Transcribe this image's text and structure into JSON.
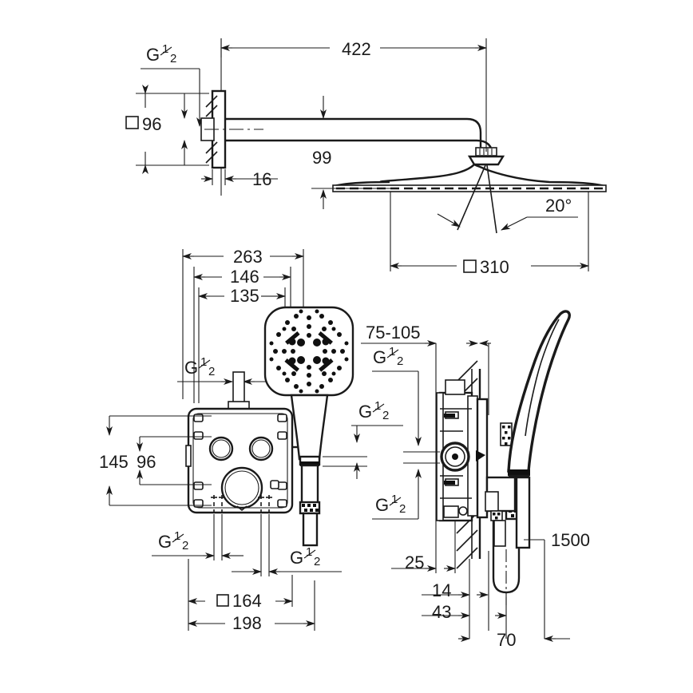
{
  "document": {
    "type": "technical-dimension-drawing",
    "subject": "Concealed shower system with head shower, hand shower and thermostatic valve box",
    "units": "mm",
    "background_color": "#ffffff",
    "line_color": "#1a1a1a"
  },
  "views": {
    "top": {
      "name": "head-shower-side-view",
      "labels": {
        "inlet_thread": "G",
        "inlet_thread_frac_num": "1",
        "inlet_thread_frac_den": "2",
        "wall_plate_size": "96",
        "wall_plate_prefix_icon": "square-symbol",
        "arm_projection": "422",
        "plate_depth": "16",
        "arm_drop": "99",
        "head_size": "310",
        "head_size_prefix_icon": "square-symbol",
        "spray_angle": "20°"
      }
    },
    "front": {
      "name": "valve-box-front-view",
      "labels": {
        "overall_width_outer": "263",
        "width_146": "146",
        "width_135": "135",
        "height_145": "145",
        "height_96": "96",
        "box_size_164": "164",
        "box_size_164_prefix_icon": "square-symbol",
        "overall_198": "198",
        "thread_top": "G",
        "thread_top_frac_num": "1",
        "thread_top_frac_den": "2",
        "thread_right": "G",
        "thread_right_frac_num": "1",
        "thread_right_frac_den": "2",
        "thread_bottom_left": "G",
        "thread_bottom_left_frac_num": "1",
        "thread_bottom_left_frac_den": "2",
        "thread_bottom_right": "G",
        "thread_bottom_right_frac_num": "1",
        "thread_bottom_right_frac_den": "2"
      }
    },
    "side": {
      "name": "valve-side-section-view",
      "labels": {
        "install_depth_range": "75-105",
        "thread_upper": "G",
        "thread_upper_frac_num": "1",
        "thread_upper_frac_den": "2",
        "thread_lower": "G",
        "thread_lower_frac_num": "1",
        "thread_lower_frac_den": "2",
        "dim_25": "25",
        "dim_14": "14",
        "dim_43": "43",
        "dim_70": "70",
        "hose_length": "1500"
      }
    }
  },
  "dimension_list": [
    {
      "id": "d-g-half-top-left",
      "text": "G 1/2",
      "view": "top"
    },
    {
      "id": "d-96",
      "text": "96",
      "view": "top"
    },
    {
      "id": "d-422",
      "text": "422",
      "view": "top"
    },
    {
      "id": "d-16",
      "text": "16",
      "view": "top"
    },
    {
      "id": "d-99",
      "text": "99",
      "view": "top"
    },
    {
      "id": "d-310",
      "text": "310",
      "view": "top"
    },
    {
      "id": "d-20deg",
      "text": "20°",
      "view": "top"
    },
    {
      "id": "d-263",
      "text": "263",
      "view": "front"
    },
    {
      "id": "d-146",
      "text": "146",
      "view": "front"
    },
    {
      "id": "d-135",
      "text": "135",
      "view": "front"
    },
    {
      "id": "d-145",
      "text": "145",
      "view": "front"
    },
    {
      "id": "d-96b",
      "text": "96",
      "view": "front"
    },
    {
      "id": "d-164",
      "text": "164",
      "view": "front"
    },
    {
      "id": "d-198",
      "text": "198",
      "view": "front"
    },
    {
      "id": "d-75-105",
      "text": "75-105",
      "view": "side"
    },
    {
      "id": "d-25",
      "text": "25",
      "view": "side"
    },
    {
      "id": "d-14",
      "text": "14",
      "view": "side"
    },
    {
      "id": "d-43",
      "text": "43",
      "view": "side"
    },
    {
      "id": "d-70",
      "text": "70",
      "view": "side"
    },
    {
      "id": "d-1500",
      "text": "1500",
      "view": "side"
    }
  ]
}
